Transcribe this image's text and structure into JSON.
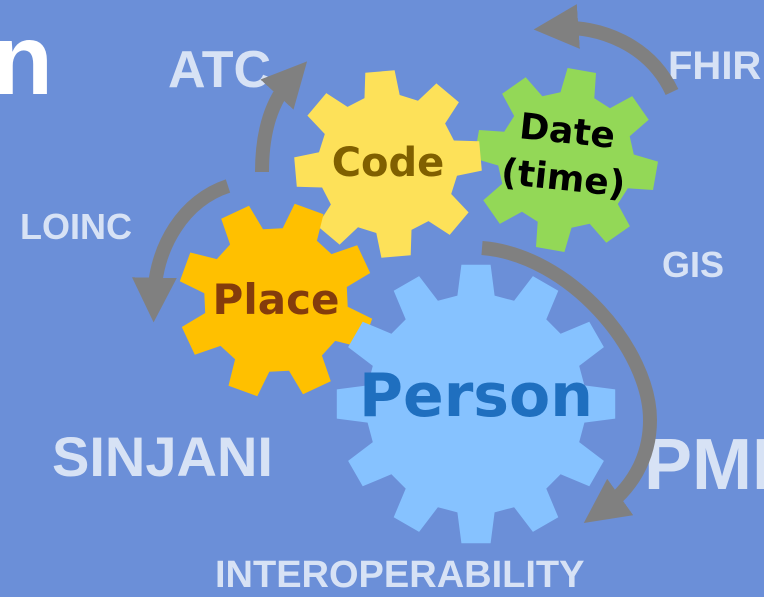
{
  "corner_fragment": "n",
  "labels": {
    "atc": "ATC",
    "fhir": "FHIR",
    "loinc": "LOINC",
    "gis": "GIS",
    "sinjani": "SINJANI",
    "pmi": "PMI",
    "interoperability": "INTEROPERABILITY"
  },
  "gears": {
    "code": {
      "label": "Code",
      "color": "#fde159",
      "text_color": "#806000"
    },
    "date": {
      "line1": "Date",
      "line2": "(time)",
      "color": "#93d857",
      "text_color": "#000000"
    },
    "place": {
      "label": "Place",
      "color": "#ffc000",
      "text_color": "#843c0c"
    },
    "person": {
      "label": "Person",
      "color": "#86c2ff",
      "text_color": "#1f6fbf"
    }
  },
  "colors": {
    "background": "#6b8fd8",
    "label": "#d7e2f5",
    "arrow": "#808080"
  }
}
